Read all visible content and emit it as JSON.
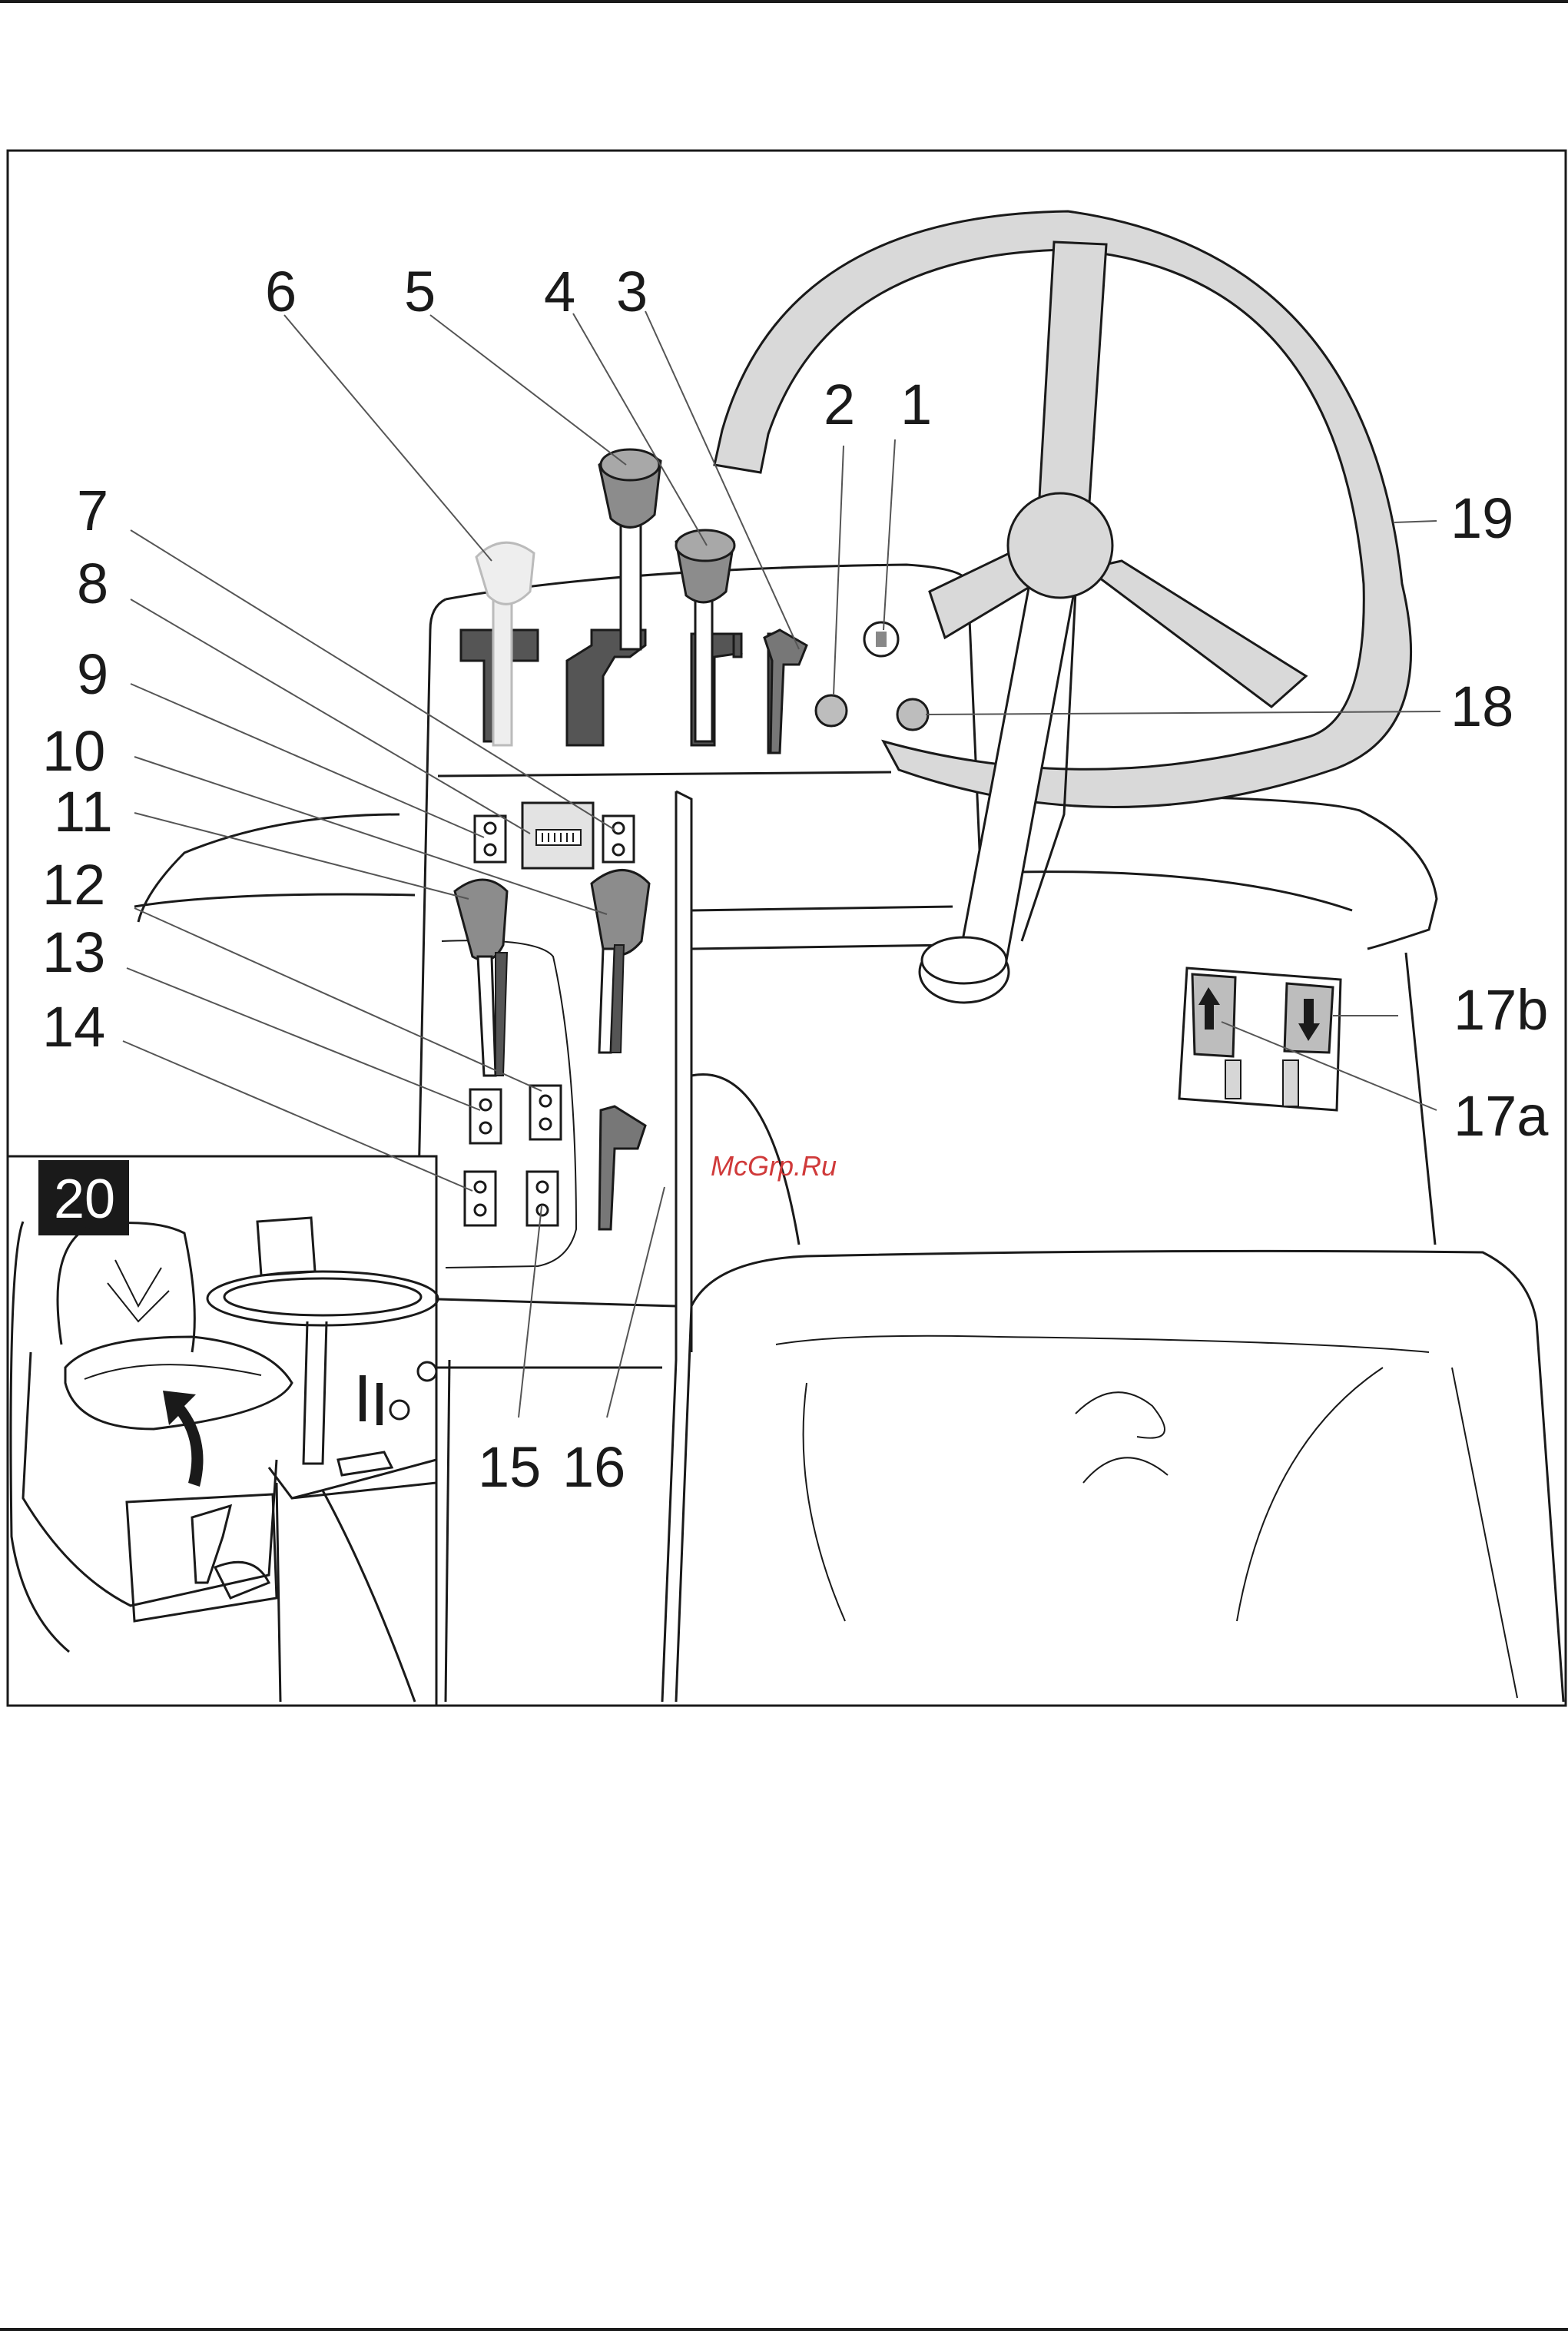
{
  "figure": {
    "labels": {
      "l1": "1",
      "l2": "2",
      "l3": "3",
      "l4": "4",
      "l5": "5",
      "l6": "6",
      "l7": "7",
      "l8": "8",
      "l9": "9",
      "l10": "10",
      "l11": "11",
      "l12": "12",
      "l13": "13",
      "l14": "14",
      "l15": "15",
      "l16": "16",
      "l17a": "17a",
      "l17b": "17b",
      "l18": "18",
      "l19": "19"
    },
    "inset_number": "20",
    "watermark": "McGrp.Ru"
  }
}
